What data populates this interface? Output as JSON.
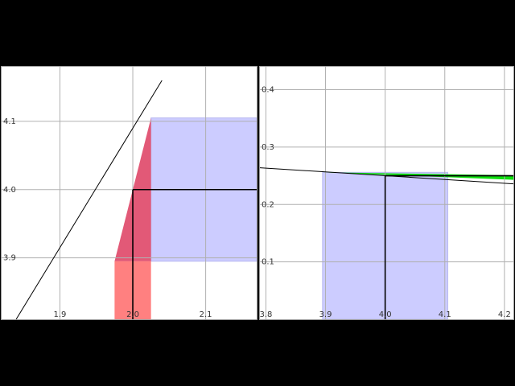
{
  "chart_data": [
    {
      "type": "line",
      "title": "",
      "xlabel": "",
      "ylabel": "",
      "xlim": [
        1.82,
        2.17
      ],
      "ylim": [
        3.81,
        4.18
      ],
      "x_ticks": [
        1.9,
        2.0,
        2.1
      ],
      "y_ticks": [
        3.9,
        4.0,
        4.1
      ],
      "x_tick_labels": [
        "1.9",
        "2.0",
        "2.1"
      ],
      "y_tick_labels": [
        "3.9",
        "4.0",
        "4.1"
      ],
      "grid": true,
      "function_line": {
        "x": [
          1.84,
          2.04
        ],
        "y": [
          3.81,
          4.16
        ]
      },
      "point": {
        "x": 2.0,
        "y": 4.0
      },
      "epsilon_band": {
        "y_from": 3.895,
        "y_to": 4.105,
        "x_from": 2.025,
        "x_to": 2.17
      },
      "delta_band": {
        "x_from": 1.975,
        "x_to": 2.025
      },
      "image_wedge": {
        "points": [
          [
            1.975,
            3.895
          ],
          [
            2.025,
            4.105
          ],
          [
            2.025,
            3.895
          ]
        ]
      },
      "colors": {
        "epsilon_band": "#ccccff",
        "delta_band": "#ff8080",
        "wedge": "#e05070",
        "curve": "#000000"
      }
    },
    {
      "type": "line",
      "title": "",
      "xlabel": "",
      "ylabel": "",
      "xlim": [
        3.79,
        4.215
      ],
      "ylim": [
        0.0,
        0.44
      ],
      "x_ticks": [
        3.8,
        3.9,
        4.0,
        4.1,
        4.2
      ],
      "y_ticks": [
        0.1,
        0.2,
        0.3,
        0.4
      ],
      "x_tick_labels": [
        "3.8",
        "3.9",
        "4.0",
        "4.1",
        "4.2"
      ],
      "y_tick_labels": [
        "0.1",
        "0.2",
        "0.3",
        "0.4"
      ],
      "grid": true,
      "function_line": {
        "x": [
          3.79,
          4.215
        ],
        "y": [
          0.264,
          0.236
        ]
      },
      "point": {
        "x": 4.0,
        "y": 0.25
      },
      "delta_band": {
        "x_from": 3.895,
        "x_to": 4.105
      },
      "image_wedge": {
        "points": [
          [
            3.895,
            0.256
          ],
          [
            4.215,
            0.251
          ],
          [
            4.215,
            0.243
          ]
        ]
      },
      "colors": {
        "delta_band": "#ccccff",
        "wedge": "#00dd00",
        "curve": "#000000"
      }
    }
  ]
}
